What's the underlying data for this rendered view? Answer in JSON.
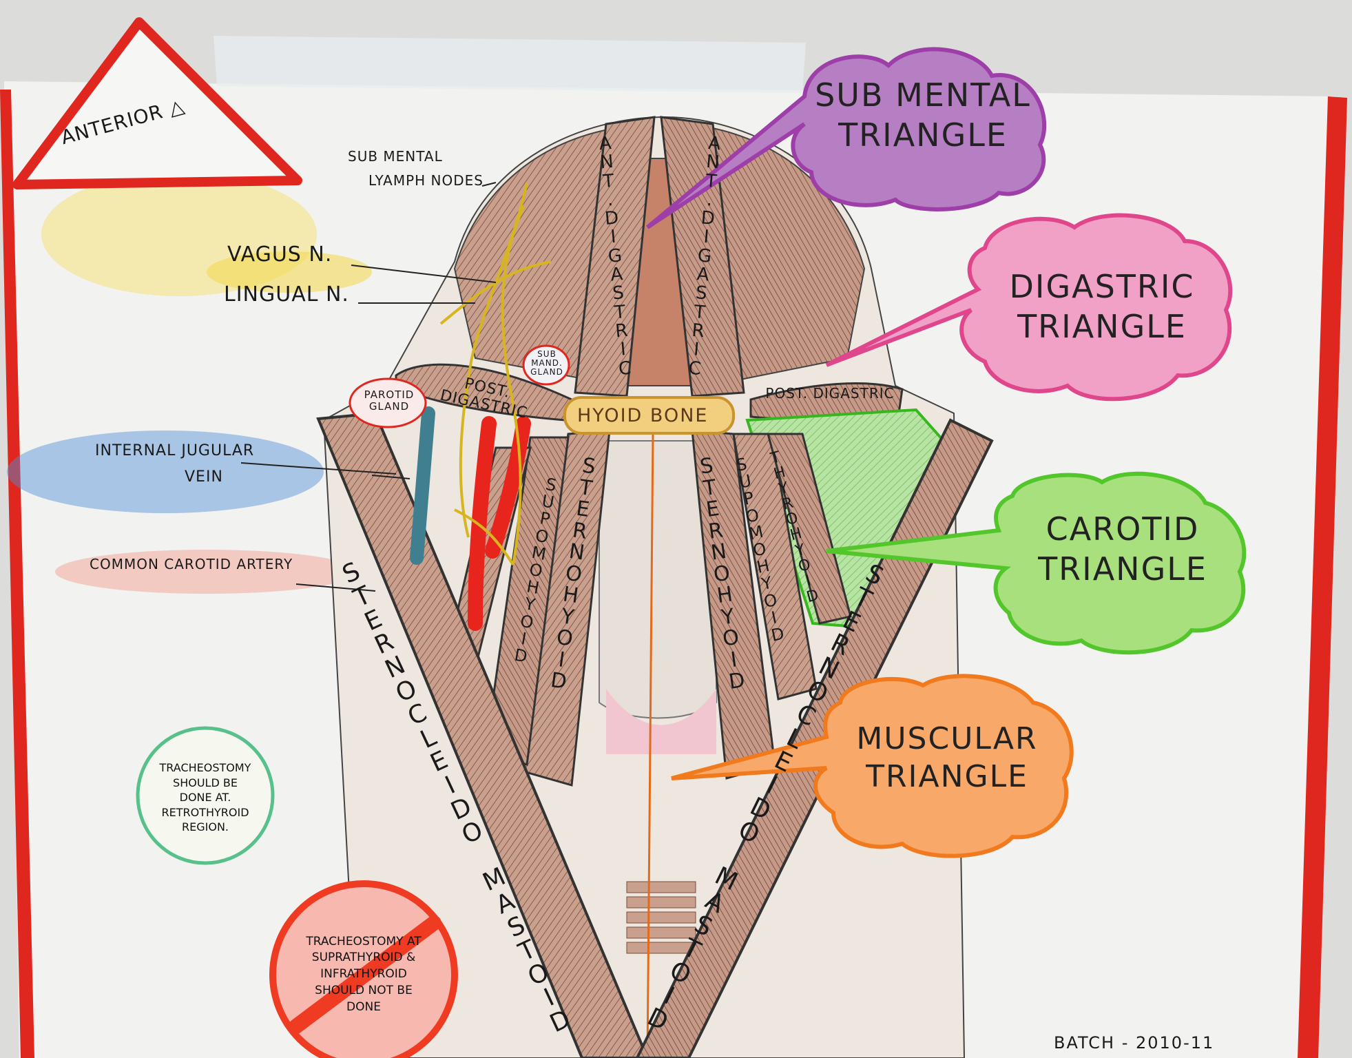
{
  "poster": {
    "anterior_triangle": "ANTERIOR △",
    "batch": "BATCH - 2010-11"
  },
  "bubbles": {
    "submental": "SUB MENTAL TRIANGLE",
    "digastric": "DIGASTRIC TRIANGLE",
    "carotid": "CAROTID TRIANGLE",
    "muscular": "MUSCULAR TRIANGLE"
  },
  "labels": {
    "submental_nodes_1": "SUB MENTAL",
    "submental_nodes_2": "LYAMPH NODES",
    "vagus": "VAGUS N.",
    "lingual": "LINGUAL N.",
    "ijv_1": "INTERNAL JUGULAR",
    "ijv_2": "VEIN",
    "cca": "COMMON CAROTID ARTERY",
    "parotid": "PAROTID GLAND",
    "submandibular": "SUB MAND. GLAND",
    "hyoid": "HYOID BONE",
    "post_digastric_left": "POST. DIGASTRIC",
    "post_digastric_right": "POST. DIGASTRIC"
  },
  "muscles": {
    "ant_digastric_left": "ANT.DIGASTRIC",
    "ant_digastric_right": "ANT.DIGASTRIC",
    "sternohyoid_left": "STERNOHYOID",
    "sternohyoid_right": "STERNOHYOID",
    "omohyoid_left": "SUPOMOHYOID",
    "omohyoid_right": "SUPOMOHYOID",
    "thyrohyoid_right": "THYROHYOID",
    "scm_left": "STERNOCLEIDO MASTOID",
    "scm_right": "STERNOCLEIDO MASTOID"
  },
  "notes": {
    "good": "TRACHEOSTOMY SHOULD BE DONE AT. RETROTHYROID REGION.",
    "bad": "TRACHEOSTOMY AT SUPRATHYROID & INFRATHYROID SHOULD NOT BE DONE"
  },
  "colors": {
    "poster_border": "#e0271f",
    "submental": "#a54fb3",
    "digastric": "#e86aa8",
    "carotid": "#5dc93a",
    "muscular": "#f27a1e",
    "muscle": "#c9a08e",
    "artery": "#e8251c",
    "vein": "#3f7f8f"
  }
}
